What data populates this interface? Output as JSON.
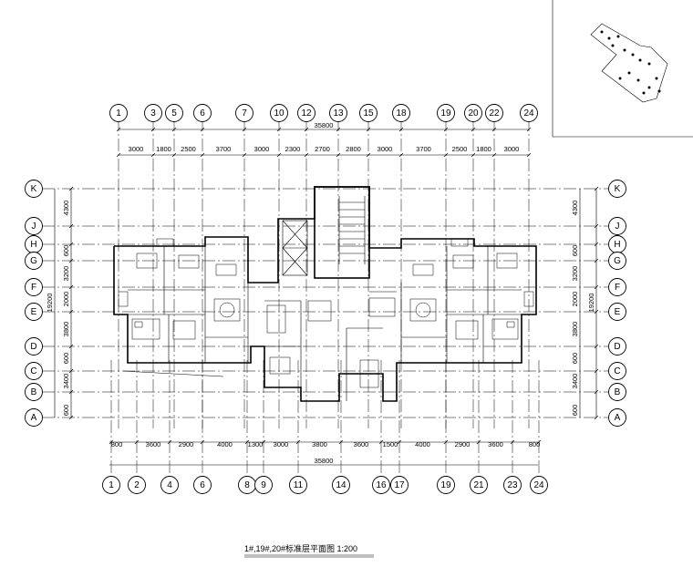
{
  "title": "1#,19#,20#标准层平面图 1:200",
  "overall_dimension_top": "35800",
  "overall_dimension_bottom": "35800",
  "overall_dimension_left": "19200",
  "overall_dimension_right": "19200",
  "top_axes": [
    "1",
    "3",
    "5",
    "6",
    "7",
    "10",
    "12",
    "13",
    "15",
    "18",
    "19",
    "20",
    "22",
    "24"
  ],
  "bottom_axes": [
    "1",
    "2",
    "4",
    "6",
    "8",
    "9",
    "11",
    "14",
    "16",
    "17",
    "19",
    "21",
    "23",
    "24"
  ],
  "left_axes": [
    "K",
    "J",
    "H",
    "G",
    "F",
    "E",
    "D",
    "C",
    "B",
    "A"
  ],
  "right_axes": [
    "K",
    "J",
    "H",
    "G",
    "F",
    "E",
    "D",
    "C",
    "B",
    "A"
  ],
  "top_dims": [
    "3000",
    "1800",
    "2500",
    "3700",
    "3000",
    "2300",
    "2700",
    "2800",
    "3000",
    "3700",
    "2500",
    "1800",
    "3000"
  ],
  "bottom_dims": [
    "800",
    "3600",
    "2900",
    "4000",
    "1300",
    "3000",
    "3800",
    "3600",
    "1500",
    "4000",
    "2900",
    "3600",
    "800"
  ],
  "left_dims": [
    "4300",
    "600",
    "3200",
    "2000",
    "3800",
    "600",
    "3400",
    "600"
  ],
  "right_dims": [
    "4300",
    "600",
    "3200",
    "2000",
    "3800",
    "600",
    "3400",
    "600"
  ]
}
